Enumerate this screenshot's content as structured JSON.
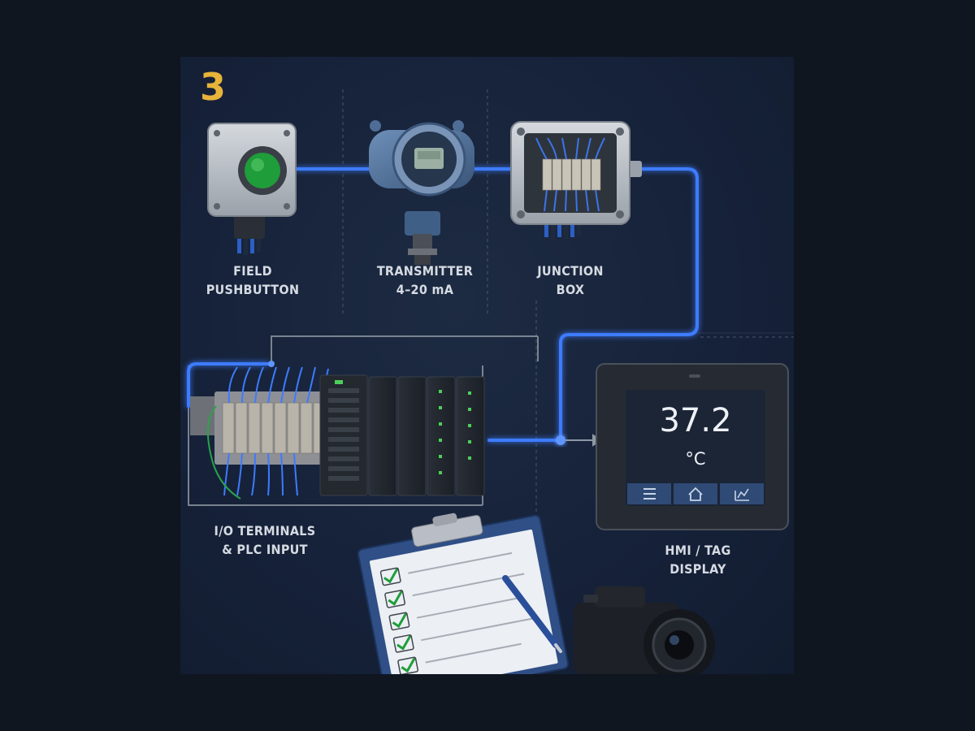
{
  "step_number": "3",
  "labels": {
    "field_pushbutton": [
      "FIELD",
      "PUSHBUTTON"
    ],
    "transmitter": [
      "TRANSMITTER",
      "4–20 mA"
    ],
    "junction_box": [
      "JUNCTION",
      "BOX"
    ],
    "io_terminals": [
      "I/O TERMINALS",
      "& PLC INPUT"
    ],
    "hmi": [
      "HMI / TAG",
      "DISPLAY"
    ]
  },
  "hmi_screen": {
    "value": "37.2",
    "unit": "°C",
    "buttons": [
      "menu-icon",
      "home-icon",
      "trend-chart-icon"
    ]
  },
  "checklist": {
    "checked_items": 5
  },
  "colors": {
    "background": "#0f1620",
    "panel": "#16223a",
    "wire_glow": "#3d7bff",
    "step_number": "#e8b33a",
    "pushbutton": "#1f9d3a",
    "check": "#1f9d3a",
    "hmi_screen": "#1b2536"
  }
}
